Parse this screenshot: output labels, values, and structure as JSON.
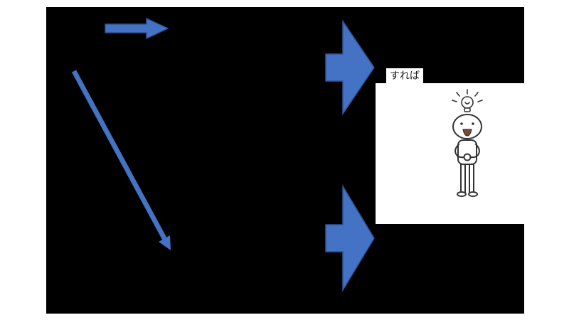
{
  "slide": {
    "background": "#ffffff",
    "frame_fill": "#000000"
  },
  "colors": {
    "arrow_fill": "#4472C4",
    "arrow_stroke": "#2F5597",
    "outline": "#333333",
    "mouth_fill": "#7b4a3a"
  },
  "caption": {
    "text": "すれば"
  },
  "diagram": {
    "shapes": [
      {
        "name": "small-right-arrow",
        "type": "block-arrow-right"
      },
      {
        "name": "diagonal-arrow",
        "type": "line-arrow-down-right"
      },
      {
        "name": "block-arrow-top",
        "type": "block-arrow-right"
      },
      {
        "name": "block-arrow-bottom",
        "type": "block-arrow-right"
      },
      {
        "name": "idea-person-image",
        "type": "illustration",
        "description": "person with idea lightbulb above head"
      }
    ]
  }
}
